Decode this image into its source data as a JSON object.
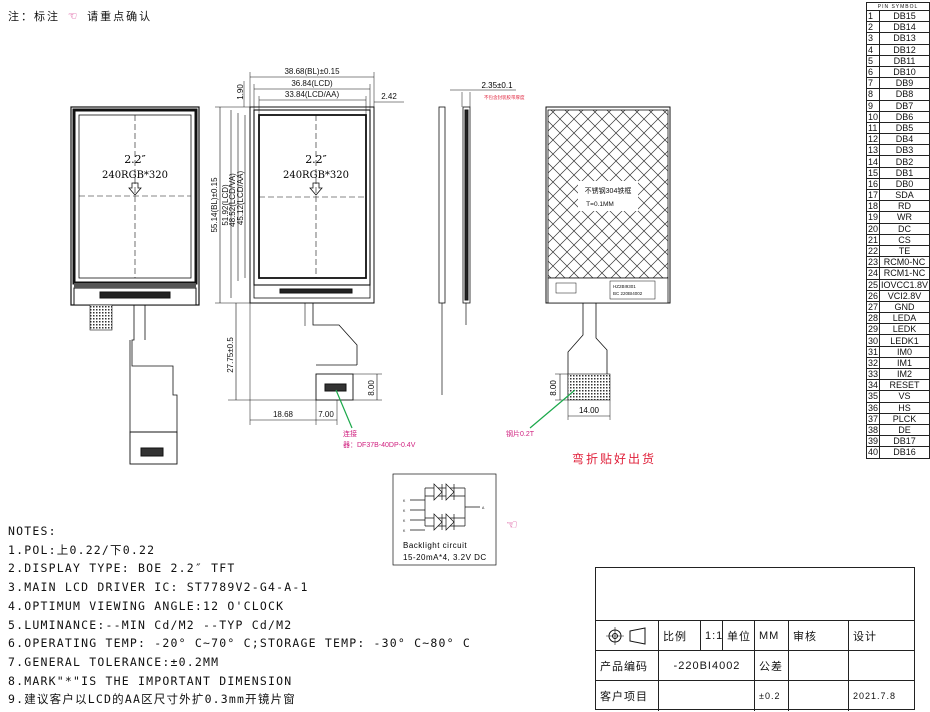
{
  "header_note": {
    "label": "注：标注",
    "suffix": "请重点确认"
  },
  "front_view": {
    "panel_size": "2.2″",
    "resolution": "240RGB*320",
    "dim_width_bl": "38.68(BL)±0.15",
    "dim_width_lcd": "36.84(LCD)",
    "dim_width_aa": "33.84(LCD/AA)",
    "dim_height_bl": "55.14(BL)±0.15",
    "dim_height_lcd": "51.92(LCD)",
    "dim_height_va": "48.52(LCD/VA)",
    "dim_height_aa": "45.12(LCD/AA)",
    "dim_top": "1.90",
    "dim_right": "2.42",
    "dim_fpc_length": "27.75±0.5",
    "dim_fpc_offset": "18.68",
    "dim_fpc_width": "7.00",
    "dim_conn_height": "8.00"
  },
  "side_view": {
    "dim_thickness": "2.35±0.1",
    "note": "不包含封装胶带厚度"
  },
  "back_view": {
    "label_material": "不锈钢304铁框",
    "label_thickness": "T=0.1MM",
    "dim_stiffener_h": "8.00",
    "dim_stiffener_w": "14.00",
    "sticker_line1": "HZ2BI9301",
    "sticker_line2": "BC 220BI4002"
  },
  "callouts": {
    "connector_prefix": "连接",
    "connector_main": "器：DF37B-40DP-0.4V",
    "stiffener": "钢片0.2T",
    "bend": "弯折贴好出货"
  },
  "backlight": {
    "title": "Backlight circuit",
    "spec": "15-20mA*4, 3.2V DC"
  },
  "pin_table": {
    "header": "PIN SYMBOL",
    "pins": [
      {
        "n": "1",
        "s": "DB15"
      },
      {
        "n": "2",
        "s": "DB14"
      },
      {
        "n": "3",
        "s": "DB13"
      },
      {
        "n": "4",
        "s": "DB12"
      },
      {
        "n": "5",
        "s": "DB11"
      },
      {
        "n": "6",
        "s": "DB10"
      },
      {
        "n": "7",
        "s": "DB9"
      },
      {
        "n": "8",
        "s": "DB8"
      },
      {
        "n": "9",
        "s": "DB7"
      },
      {
        "n": "10",
        "s": "DB6"
      },
      {
        "n": "11",
        "s": "DB5"
      },
      {
        "n": "12",
        "s": "DB4"
      },
      {
        "n": "13",
        "s": "DB3"
      },
      {
        "n": "14",
        "s": "DB2"
      },
      {
        "n": "15",
        "s": "DB1"
      },
      {
        "n": "16",
        "s": "DB0"
      },
      {
        "n": "17",
        "s": "SDA"
      },
      {
        "n": "18",
        "s": "RD"
      },
      {
        "n": "19",
        "s": "WR"
      },
      {
        "n": "20",
        "s": "DC"
      },
      {
        "n": "21",
        "s": "CS"
      },
      {
        "n": "22",
        "s": "TE"
      },
      {
        "n": "23",
        "s": "RCM0-NC"
      },
      {
        "n": "24",
        "s": "RCM1-NC"
      },
      {
        "n": "25",
        "s": "IOVCC1.8V"
      },
      {
        "n": "26",
        "s": "VCI2.8V"
      },
      {
        "n": "27",
        "s": "GND"
      },
      {
        "n": "28",
        "s": "LEDA"
      },
      {
        "n": "29",
        "s": "LEDK"
      },
      {
        "n": "30",
        "s": "LEDK1"
      },
      {
        "n": "31",
        "s": "IM0"
      },
      {
        "n": "32",
        "s": "IM1"
      },
      {
        "n": "33",
        "s": "IM2"
      },
      {
        "n": "34",
        "s": "RESET"
      },
      {
        "n": "35",
        "s": "VS"
      },
      {
        "n": "36",
        "s": "HS"
      },
      {
        "n": "37",
        "s": "PLCK"
      },
      {
        "n": "38",
        "s": "DE"
      },
      {
        "n": "39",
        "s": "DB17"
      },
      {
        "n": "40",
        "s": "DB16"
      }
    ]
  },
  "notes": {
    "heading": "NOTES:",
    "items": [
      "1.POL:上0.22/下0.22",
      "2.DISPLAY TYPE:  BOE 2.2″ TFT",
      "3.MAIN LCD DRIVER IC: ST7789V2-G4-A-1",
      "4.OPTIMUM VIEWING ANGLE:12 O'CLOCK",
      "5.LUMINANCE:--MIN Cd/M2 --TYP Cd/M2",
      "6.OPERATING TEMP: -20° C~70° C;STORAGE TEMP: -30° C~80° C",
      "7.GENERAL TOLERANCE:±0.2MM",
      "8.MARK\"*\"IS THE IMPORTANT DIMENSION",
      "9.建议客户以LCD的AA区尺寸外扩0.3mm开镜片窗"
    ]
  },
  "title_block": {
    "scale_label": "比例",
    "scale_value": "1:1",
    "unit_label": "单位",
    "unit_value": "MM",
    "review_label": "审核",
    "design_label": "设计",
    "code_label": "产品编码",
    "code_value": "-220BI4002",
    "tolerance_label": "公差",
    "customer_label": "客户项目",
    "tolerance_value": "±0.2",
    "date": "2021.7.8"
  },
  "colors": {
    "accent_pink": "#d0207f",
    "callout_green": "#1aa84a",
    "callout_red": "#e0203a"
  }
}
